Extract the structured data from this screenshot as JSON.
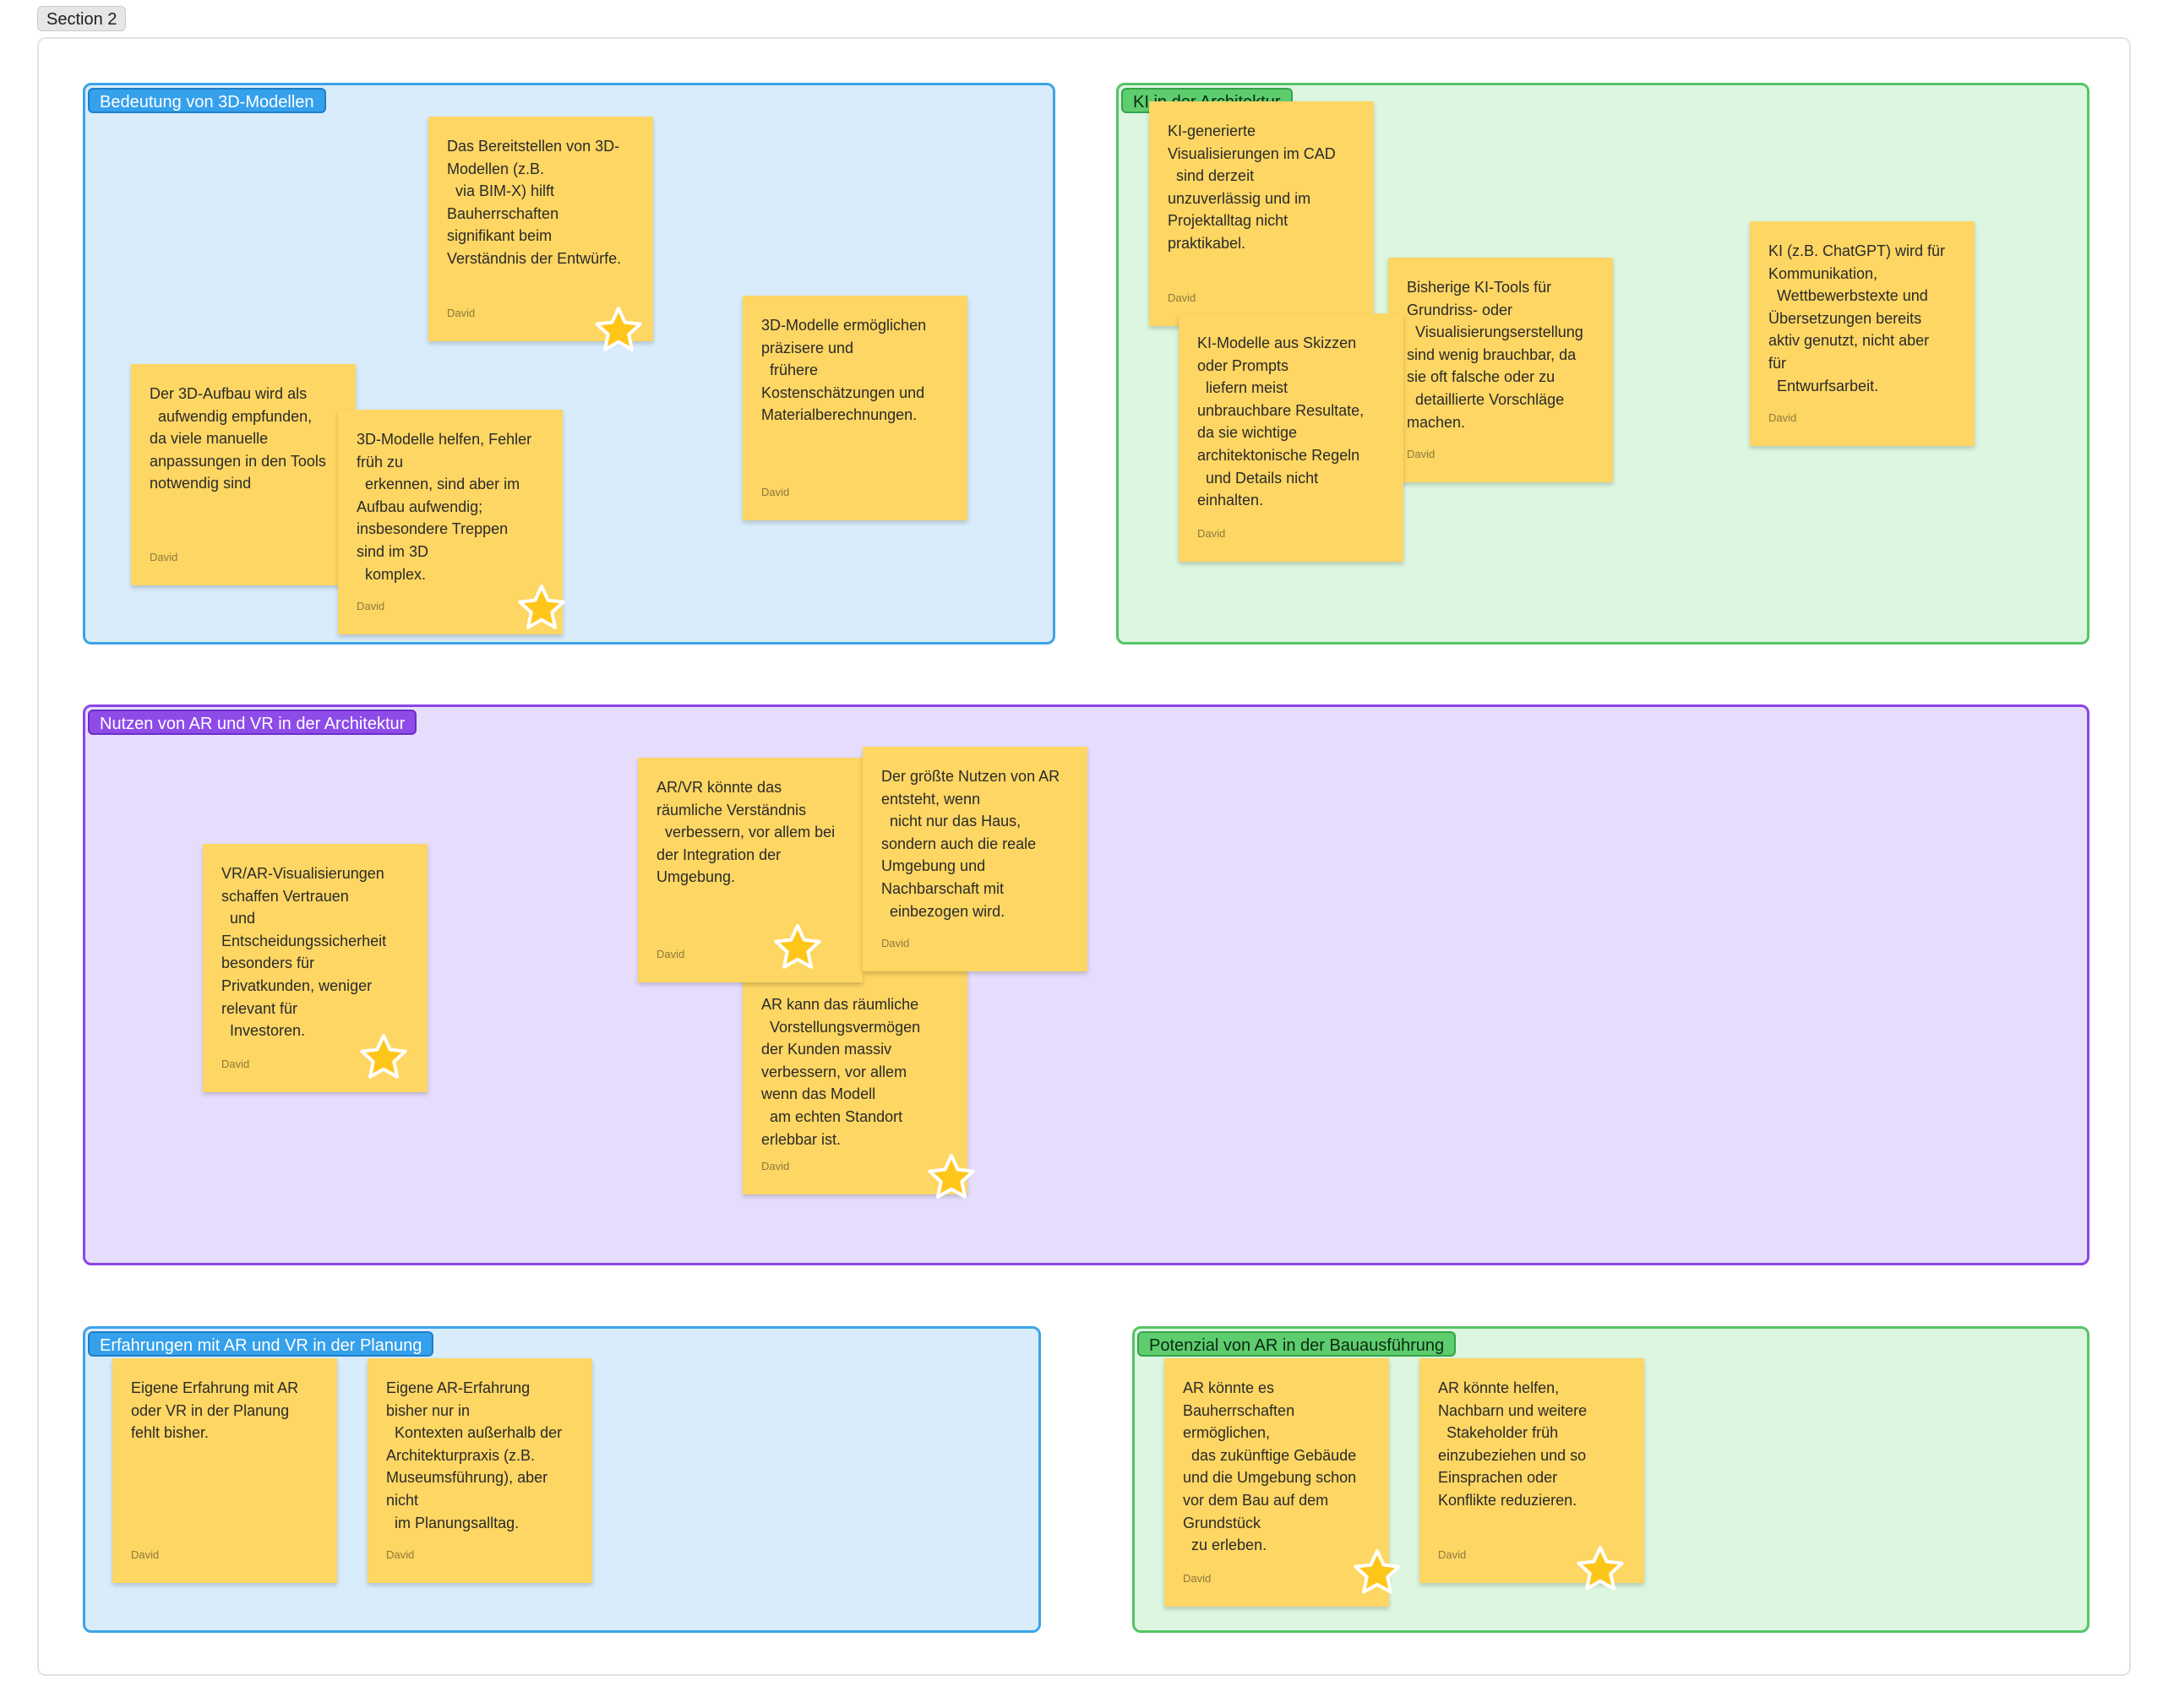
{
  "section": {
    "label": "Section 2"
  },
  "groups": [
    {
      "label": "Bedeutung von 3D-Modellen"
    },
    {
      "label": "KI in der Architektur"
    },
    {
      "label": "Nutzen von AR und VR in der Architektur"
    },
    {
      "label": "Erfahrungen mit AR und VR in der Planung"
    },
    {
      "label": "Potenzial von AR in der Bauausführung"
    }
  ],
  "notes": [
    {
      "text": "Das Bereitstellen von 3D-\nModellen (z.B.\n  via BIM-X) hilft\nBauherrschaften\nsignifikant beim\nVerständnis der Entwürfe.",
      "author": "David"
    },
    {
      "text": "3D-Modelle ermöglichen\npräzisere und\n  frühere\nKostenschätzungen und\nMaterialberechnungen.",
      "author": "David"
    },
    {
      "text": "Der 3D-Aufbau wird als\n  aufwendig empfunden,\nda viele manuelle\nanpassungen in den Tools\nnotwendig sind",
      "author": "David"
    },
    {
      "text": "3D-Modelle helfen, Fehler\nfrüh zu\n  erkennen, sind aber im\nAufbau aufwendig;\ninsbesondere Treppen\nsind im 3D\n  komplex.",
      "author": "David"
    },
    {
      "text": "KI-generierte\nVisualisierungen im CAD\n  sind derzeit\nunzuverlässig und im\nProjektalltag nicht\npraktikabel.",
      "author": "David"
    },
    {
      "text": "Bisherige KI-Tools für\nGrundriss- oder\n  Visualisierungserstellung\nsind wenig brauchbar, da\nsie oft falsche oder zu\n  detaillierte Vorschläge\nmachen.",
      "author": "David"
    },
    {
      "text": "KI-Modelle aus Skizzen\noder Prompts\n  liefern meist\nunbrauchbare Resultate,\nda sie wichtige\narchitektonische Regeln\n  und Details nicht\neinhalten.",
      "author": "David"
    },
    {
      "text": "KI (z.B. ChatGPT) wird für\nKommunikation,\n  Wettbewerbstexte und\nÜbersetzungen bereits\naktiv genutzt, nicht aber\nfür\n  Entwurfsarbeit.",
      "author": "David"
    },
    {
      "text": "VR/AR-Visualisierungen\nschaffen Vertrauen\n  und\nEntscheidungssicherheit\nbesonders für\nPrivatkunden, weniger\nrelevant für\n  Investoren.",
      "author": "David"
    },
    {
      "text": "AR/VR könnte das\nräumliche Verständnis\n  verbessern, vor allem bei\nder Integration der\nUmgebung.",
      "author": "David"
    },
    {
      "text": "Der größte Nutzen von AR\nentsteht, wenn\n  nicht nur das Haus,\nsondern auch die reale\nUmgebung und\nNachbarschaft mit\n  einbezogen wird.",
      "author": "David"
    },
    {
      "text": "AR kann das räumliche\n  Vorstellungsvermögen\nder Kunden massiv\nverbessern, vor allem\nwenn das Modell\n  am echten Standort\nerlebbar ist.",
      "author": "David"
    },
    {
      "text": "Eigene Erfahrung mit AR\noder VR in der Planung\nfehlt bisher.",
      "author": "David"
    },
    {
      "text": "Eigene AR-Erfahrung\nbisher nur in\n  Kontexten außerhalb der\nArchitekturpraxis (z.B.\nMuseumsführung), aber\nnicht\n  im Planungsalltag.",
      "author": "David"
    },
    {
      "text": "AR könnte es\nBauherrschaften\nermöglichen,\n  das zukünftige Gebäude\nund die Umgebung schon\nvor dem Bau auf dem\nGrundstück\n  zu erleben.",
      "author": "David"
    },
    {
      "text": "AR könnte helfen,\nNachbarn und weitere\n  Stakeholder früh\neinzubeziehen und so\nEinsprachen oder\nKonflikte reduzieren.",
      "author": "David"
    }
  ],
  "icons": {
    "star": "star-icon"
  },
  "colors": {
    "note": "#fdd663",
    "star": "#ffc61a",
    "blue_group": "#d9ecfb",
    "green_group": "#dcf6e0",
    "purple_group": "#e6ddfd"
  }
}
